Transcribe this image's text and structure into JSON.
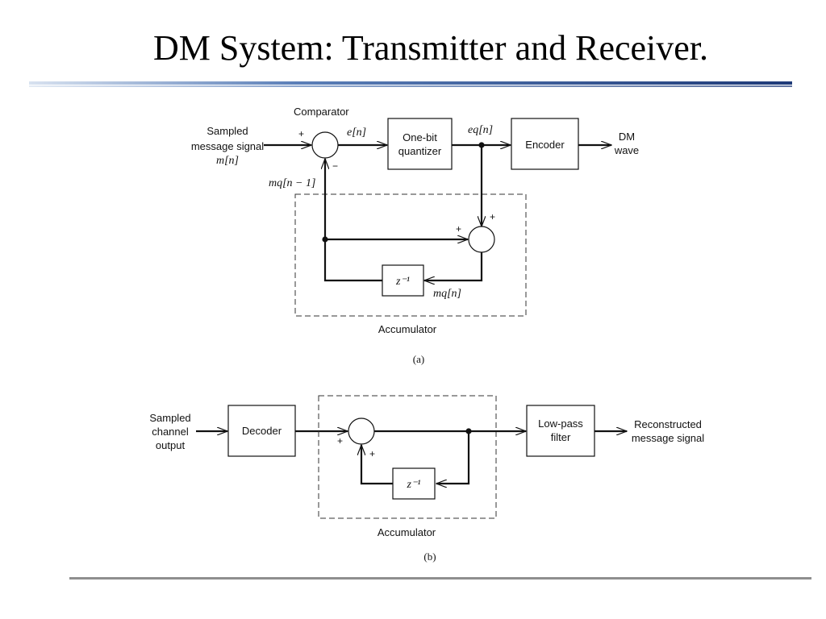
{
  "slide": {
    "title": "DM System: Transmitter and Receiver."
  },
  "transmitter": {
    "input": [
      "Sampled",
      "message signal",
      "m[n]"
    ],
    "comparator": "Comparator",
    "plus": "+",
    "minus": "−",
    "error_signal": "e[n]",
    "quantizer": [
      "One-bit",
      "quantizer"
    ],
    "quantized_signal": "eq[n]",
    "encoder": "Encoder",
    "output": [
      "DM",
      "wave"
    ],
    "feedback_label": "mq[n − 1]",
    "delay": "z⁻¹",
    "accum_out": "mq[n]",
    "accumulator": "Accumulator",
    "caption": "(a)"
  },
  "receiver": {
    "input": [
      "Sampled",
      "channel",
      "output"
    ],
    "decoder": "Decoder",
    "plus": "+",
    "delay": "z⁻¹",
    "accumulator": "Accumulator",
    "lpf": [
      "Low-pass",
      "filter"
    ],
    "output": [
      "Reconstructed",
      "message signal"
    ],
    "caption": "(b)"
  }
}
